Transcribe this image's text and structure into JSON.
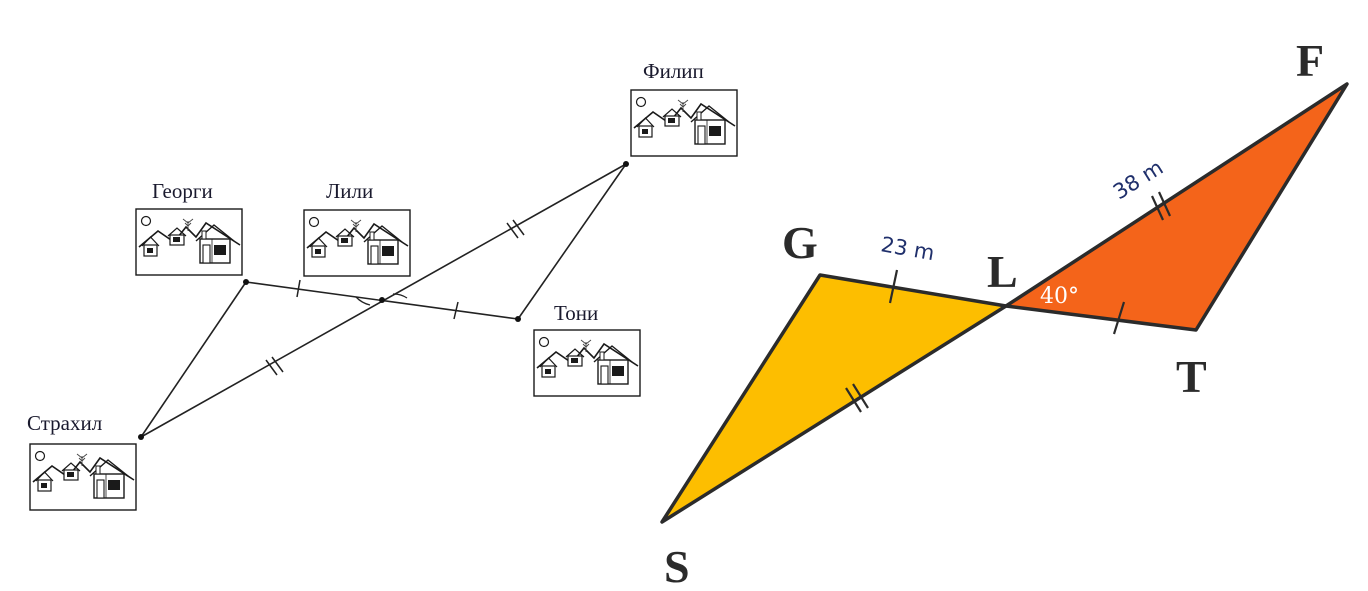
{
  "left_diagram": {
    "names": {
      "filip": "Филип",
      "georgi": "Георги",
      "lili": "Лили",
      "toni": "Тони",
      "strahil": "Страхил"
    },
    "house_icon": "house-picture-icon"
  },
  "right_diagram": {
    "vertices": {
      "f": "F",
      "g": "G",
      "l": "L",
      "t": "T",
      "s": "S"
    },
    "measurements": {
      "gl": "23 m",
      "lf": "38 m",
      "angle": "40°"
    },
    "colors": {
      "yellow_fill": "#FDBE00",
      "orange_fill": "#F4641A",
      "stroke": "#2b2b2b"
    }
  }
}
